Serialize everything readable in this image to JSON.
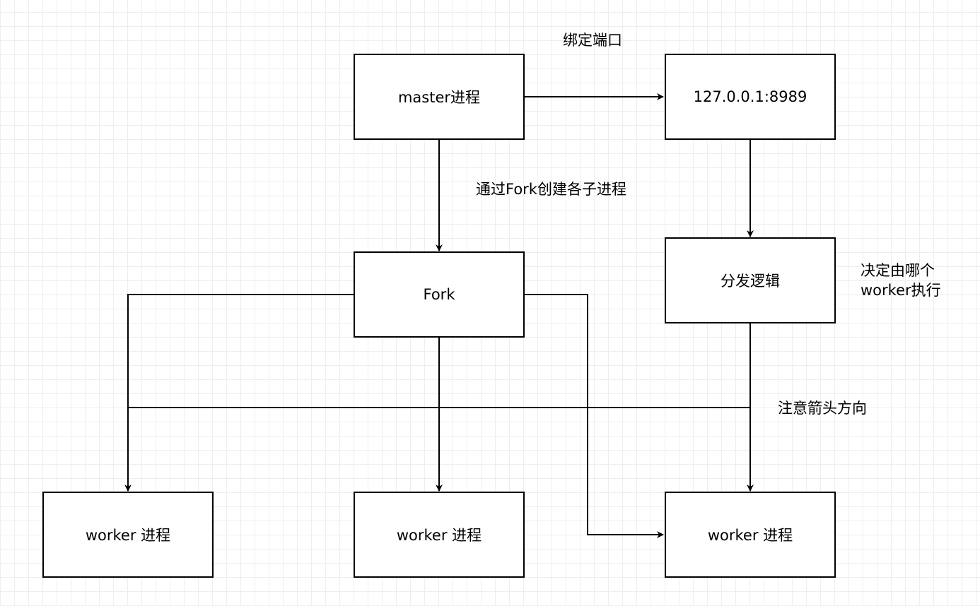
{
  "nodes": {
    "master": "master进程",
    "address": "127.0.0.1:8989",
    "fork": "Fork",
    "dispatch": "分发逻辑",
    "worker_left": "worker 进程",
    "worker_middle": "worker 进程",
    "worker_right": "worker 进程"
  },
  "labels": {
    "bind_port": "绑定端口",
    "fork_children": "通过Fork创建各子进程",
    "decide_line1": "决定由哪个",
    "decide_line2": "worker执行",
    "arrow_note": "注意箭头方向"
  },
  "colors": {
    "stroke": "#000000",
    "grid": "#eeeeee",
    "background": "#ffffff"
  }
}
